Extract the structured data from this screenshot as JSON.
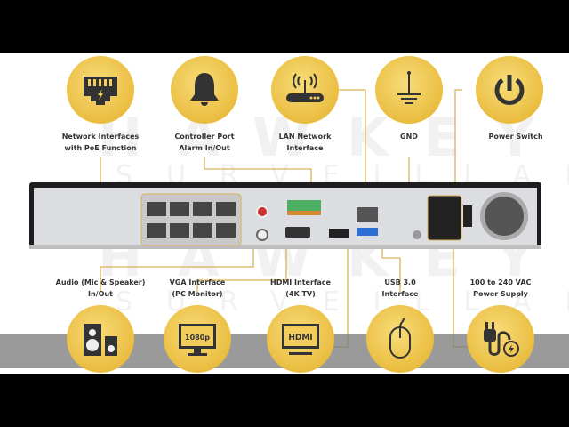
{
  "watermark": {
    "brand": "HAWKEYE",
    "sub": "SURVEILLANCE"
  },
  "top_features": [
    {
      "icon": "ethernet-poe-icon",
      "line1": "Network Interfaces",
      "line2": "with PoE Function"
    },
    {
      "icon": "bell-icon",
      "line1": "Controller Port",
      "line2": "Alarm In/Out"
    },
    {
      "icon": "router-icon",
      "line1": "LAN Network",
      "line2": "Interface"
    },
    {
      "icon": "ground-icon",
      "line1": "GND",
      "line2": ""
    },
    {
      "icon": "power-icon",
      "line1": "Power Switch",
      "line2": ""
    }
  ],
  "bottom_features": [
    {
      "icon": "speakers-icon",
      "line1": "Audio (Mic & Speaker)",
      "line2": "In/Out"
    },
    {
      "icon": "monitor-icon",
      "line1": "VGA Interface",
      "line2": "(PC Monitor)",
      "screen_text": "1080p"
    },
    {
      "icon": "hdmi-tv-icon",
      "line1": "HDMI Interface",
      "line2": "(4K TV)",
      "screen_text": "HDMI"
    },
    {
      "icon": "mouse-icon",
      "line1": "USB 3.0",
      "line2": "Interface"
    },
    {
      "icon": "power-plug-icon",
      "line1": "100 to 240 VAC",
      "line2": "Power Supply"
    }
  ],
  "colors": {
    "accent": "#e9bb3c",
    "line": "#d9b25a",
    "icon": "#333333"
  }
}
